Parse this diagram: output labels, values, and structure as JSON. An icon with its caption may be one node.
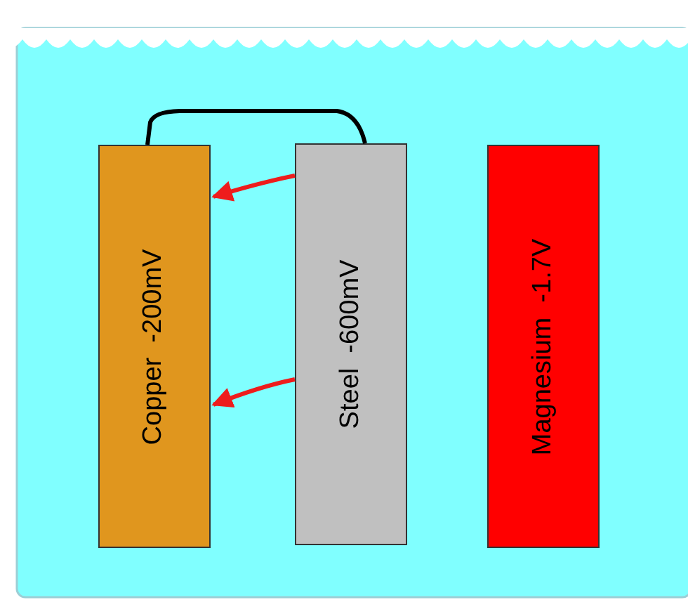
{
  "diagram": {
    "nodes": [
      {
        "text": [
          "Copper  -200mV"
        ]
      },
      {
        "text": [
          "Steel  -600mV"
        ]
      },
      {
        "text": [
          "Magnesium  -1.7V"
        ]
      }
    ],
    "edges": [
      {
        "from": 0,
        "to": 1,
        "arrow": "none",
        "color": "#000000"
      },
      {
        "from": 1,
        "to": 0,
        "arrow": "to"
      },
      {
        "from": 1,
        "to": 0,
        "arrow": "to"
      }
    ]
  }
}
